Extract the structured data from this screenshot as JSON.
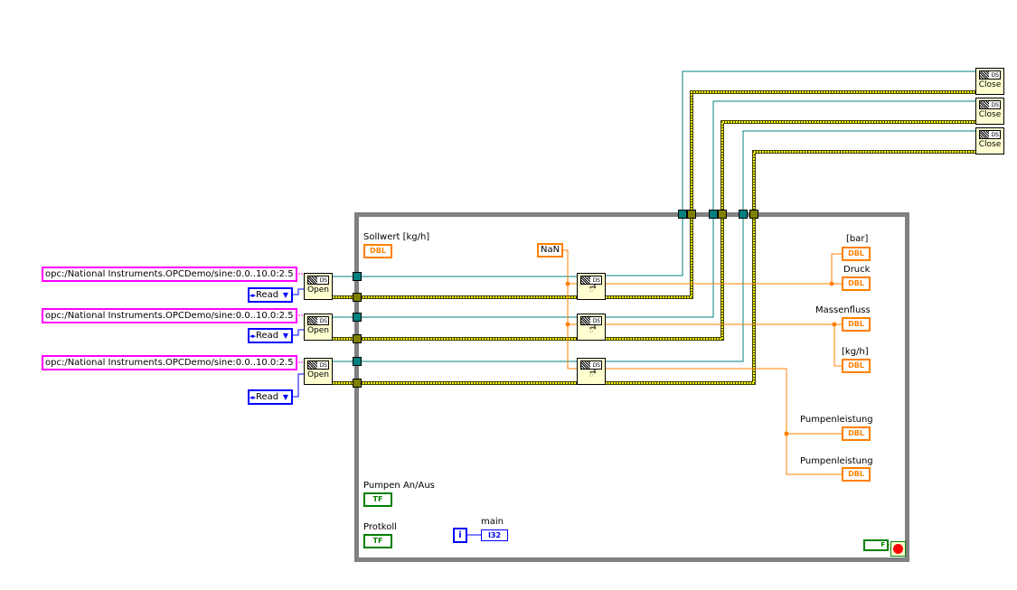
{
  "colors": {
    "string": "#ff00ff",
    "enum": "#0000ff",
    "refnum": "#008080",
    "error": "#808000",
    "double": "#ff8000",
    "boolean": "#008000",
    "loop": "#808080",
    "node": "#ffffd0"
  },
  "opc_urls": [
    "opc:/National Instruments.OPCDemo/sine:0.0..10.0:2.5",
    "opc:/National Instruments.OPCDemo/sine:0.0..10.0:2.5",
    "opc:/National Instruments.OPCDemo/sine:0.0..10.0:2.5"
  ],
  "modes": [
    "Read",
    "Read",
    "Read"
  ],
  "open_label": "Open",
  "close_label": "Close",
  "ds_label": "DS",
  "read_icon": "glasses-icon",
  "nan_constant": "NaN",
  "controls": {
    "sollwert": "Sollwert [kg/h]",
    "pumpen": "Pumpen An/Aus",
    "protokoll": "Protkoll",
    "main": "main"
  },
  "indicators": {
    "bar": "[bar]",
    "druck": "Druck",
    "massenfluss": "Massenfluss",
    "kgh": "[kg/h]",
    "pump1": "Pumpenleistung",
    "pump2": "Pumpenleistung"
  },
  "type_labels": {
    "dbl": "DBL",
    "tf": "TF",
    "i32": "I32",
    "iter": "i",
    "false": "F"
  }
}
